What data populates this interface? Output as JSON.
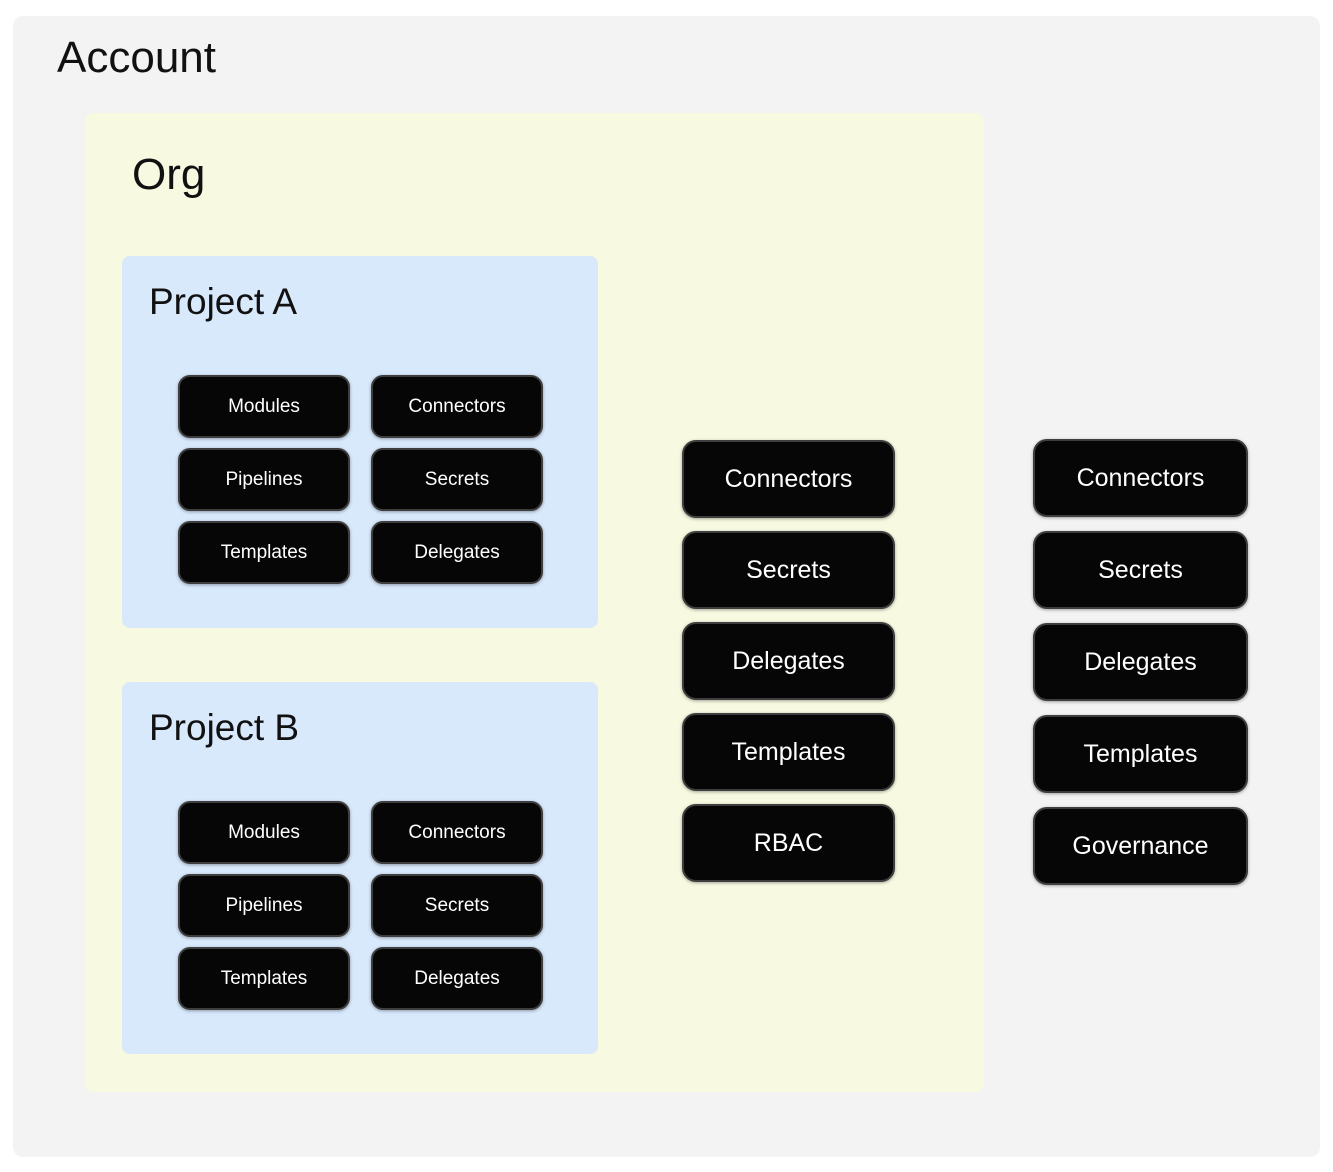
{
  "account": {
    "title": "Account",
    "resources": [
      "Connectors",
      "Secrets",
      "Delegates",
      "Templates",
      "Governance"
    ]
  },
  "org": {
    "title": "Org",
    "resources": [
      "Connectors",
      "Secrets",
      "Delegates",
      "Templates",
      "RBAC"
    ]
  },
  "projects": [
    {
      "title": "Project A",
      "resources": [
        "Modules",
        "Connectors",
        "Pipelines",
        "Secrets",
        "Templates",
        "Delegates"
      ]
    },
    {
      "title": "Project B",
      "resources": [
        "Modules",
        "Connectors",
        "Pipelines",
        "Secrets",
        "Templates",
        "Delegates"
      ]
    }
  ],
  "colors": {
    "page_bg": "#ffffff",
    "account_bg": "#f3f3f4",
    "org_bg": "#f7f9e1",
    "project_bg": "#d8e9fc",
    "pill_bg": "#060606",
    "pill_border": "#3e3e3e",
    "pill_text": "#ffffff",
    "title_text": "#111111"
  }
}
